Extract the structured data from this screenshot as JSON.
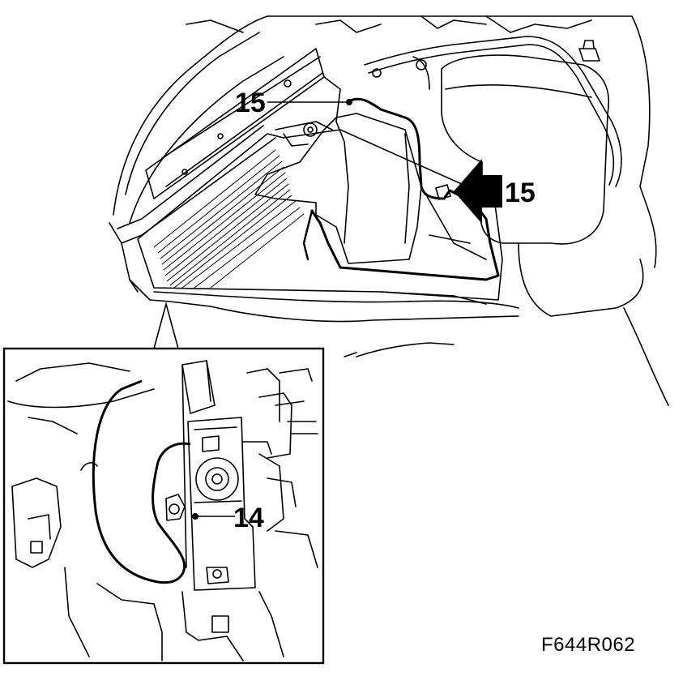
{
  "callouts": {
    "top_bolt": "15",
    "arrow": "15",
    "detail": "14"
  },
  "figure_code": "F644R062",
  "colors": {
    "line": "#000000",
    "background": "#ffffff"
  }
}
